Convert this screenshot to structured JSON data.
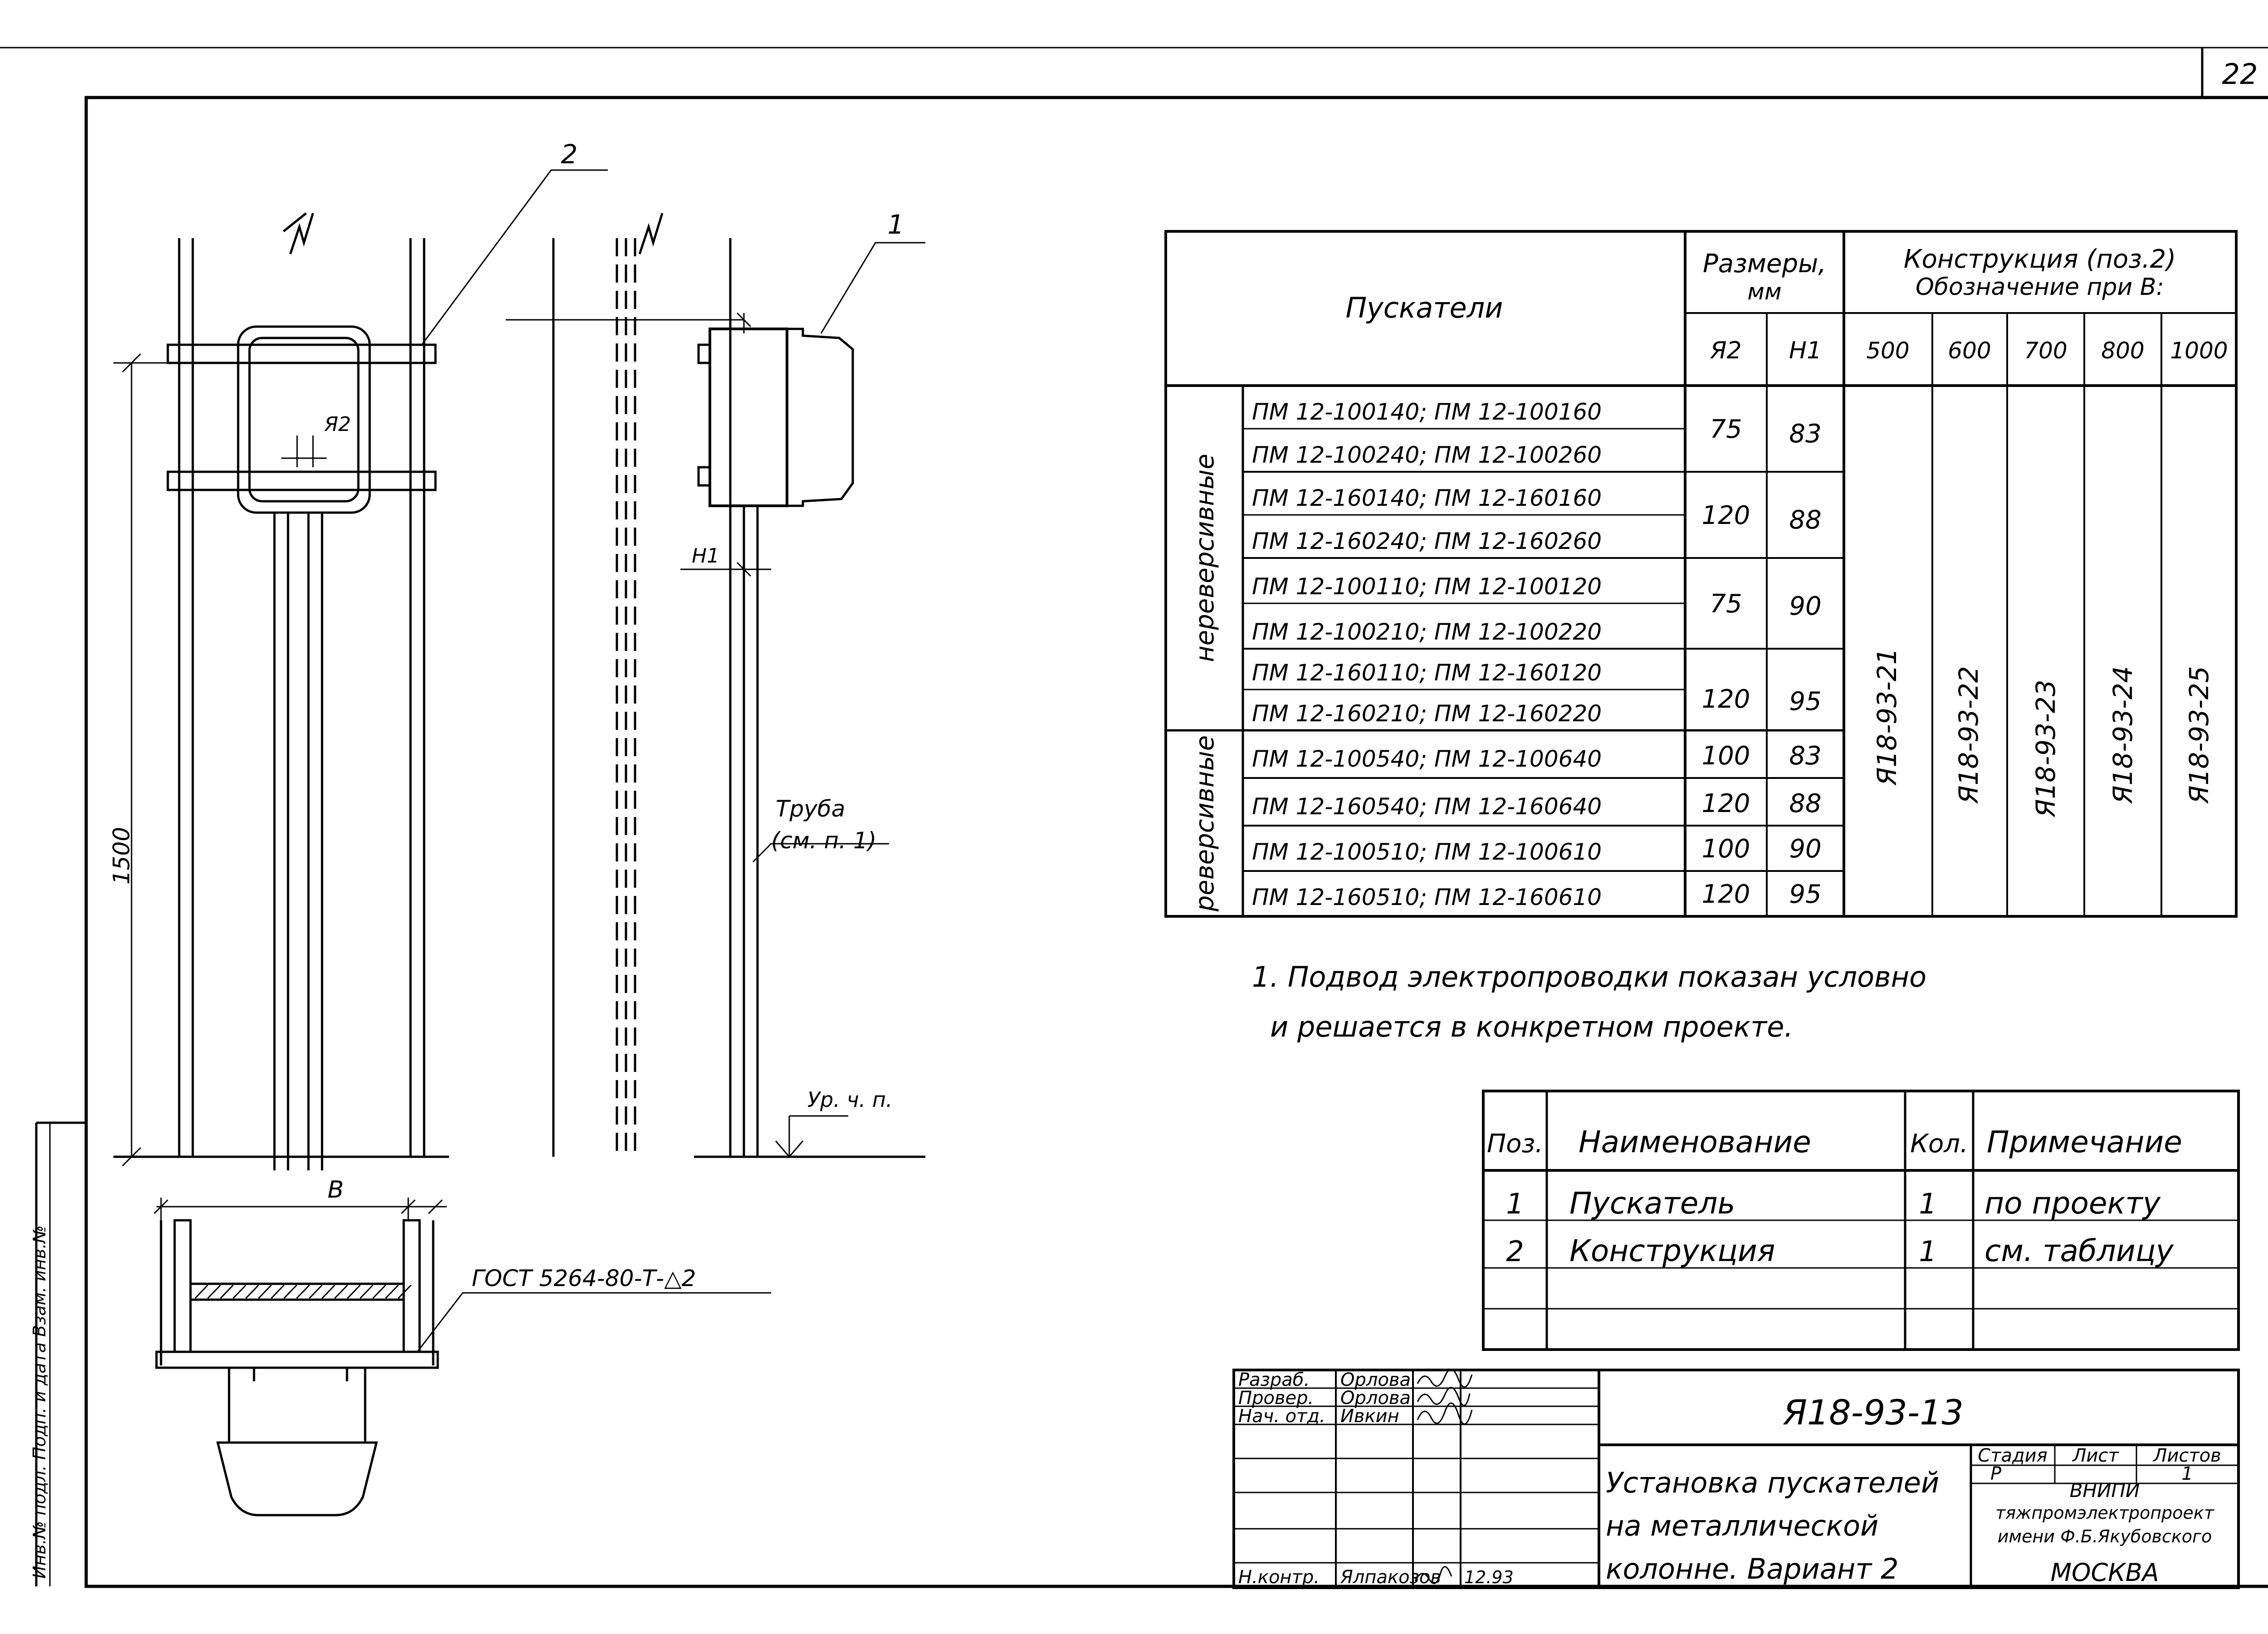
{
  "sheet": {
    "number": "22"
  },
  "drawing": {
    "leaders": {
      "pos1": "1",
      "pos2": "2"
    },
    "dims": {
      "height": "1500",
      "r2": "Я2",
      "h1": "H1",
      "width_b": "В"
    },
    "pipe": {
      "line1": "Труба",
      "line2": "(см. п. 1)"
    },
    "floor_label": "Ур. ч. п.",
    "gost_label": "ГОСТ 5264-80-Т-△2"
  },
  "spec_table": {
    "header": {
      "starters": "Пускатели",
      "sizes_line1": "Размеры,",
      "sizes_line2": "мм",
      "sizes_r2": "Я2",
      "sizes_h1": "H1",
      "construction_line1": "Конструкция (поз.2)",
      "construction_line2": "Обозначение при В:",
      "b_values": [
        "500",
        "600",
        "700",
        "800",
        "1000"
      ]
    },
    "group_nonreversible": "нереверсивные",
    "group_reversible": "реверсивные",
    "rows": [
      [
        "ПМ 12-100140; ПМ 12-100160",
        "ПМ 12-100240; ПМ 12-100260"
      ],
      [
        "ПМ 12-160140; ПМ 12-160160",
        "ПМ 12-160240; ПМ 12-160260"
      ],
      [
        "ПМ 12-100110; ПМ 12-100120",
        "ПМ 12-100210; ПМ 12-100220"
      ],
      [
        "ПМ 12-160110; ПМ 12-160120",
        "ПМ 12-160210; ПМ 12-160220"
      ],
      [
        "ПМ 12-100540; ПМ 12-100640"
      ],
      [
        "ПМ 12-160540; ПМ 12-160640"
      ],
      [
        "ПМ 12-100510; ПМ 12-100610"
      ],
      [
        "ПМ 12-160510; ПМ 12-160610"
      ]
    ],
    "r2_values": [
      "75",
      "120",
      "75",
      "120",
      "100",
      "120",
      "100",
      "120"
    ],
    "h1_values": [
      "83",
      "88",
      "90",
      "95",
      "83",
      "88",
      "90",
      "95"
    ],
    "designations": [
      "Я18-93-21",
      "Я18-93-22",
      "Я18-93-23",
      "Я18-93-24",
      "Я18-93-25"
    ]
  },
  "note": {
    "line1": "1. Подвод электропроводки показан условно",
    "line2": "и решается в конкретном проекте."
  },
  "parts_list": {
    "header": {
      "pos": "Поз.",
      "name": "Наименование",
      "qty": "Кол.",
      "remark": "Примечание"
    },
    "rows": [
      {
        "pos": "1",
        "name": "Пускатель",
        "qty": "1",
        "remark": "по проекту"
      },
      {
        "pos": "2",
        "name": "Конструкция",
        "qty": "1",
        "remark": "см. таблицу"
      }
    ]
  },
  "title_block": {
    "designation": "Я18-93-13",
    "title_line1": "Установка пускателей",
    "title_line2": "на металлической",
    "title_line3": "колонне. Вариант 2",
    "roles": [
      {
        "role": "Разраб.",
        "name": "Орлова"
      },
      {
        "role": "Провер.",
        "name": "Орлова"
      },
      {
        "role": "Нач. отд.",
        "name": "Ивкин"
      },
      {
        "role": "Н.контр.",
        "name": "Ялпакозов"
      }
    ],
    "date": "12.93",
    "stage_label": "Стадия",
    "sheet_label": "Лист",
    "sheets_label": "Листов",
    "stage_value": "Р",
    "sheets_value": "1",
    "org_line1": "ВНИПИ",
    "org_line2": "тяжпромэлектропроект",
    "org_line3": "имени Ф.Б.Якубовского",
    "org_line4": "МОСКВА"
  },
  "side_stamp": {
    "text": "Инв.№ подл.   Подп. и дата   Взам. инв.№"
  }
}
